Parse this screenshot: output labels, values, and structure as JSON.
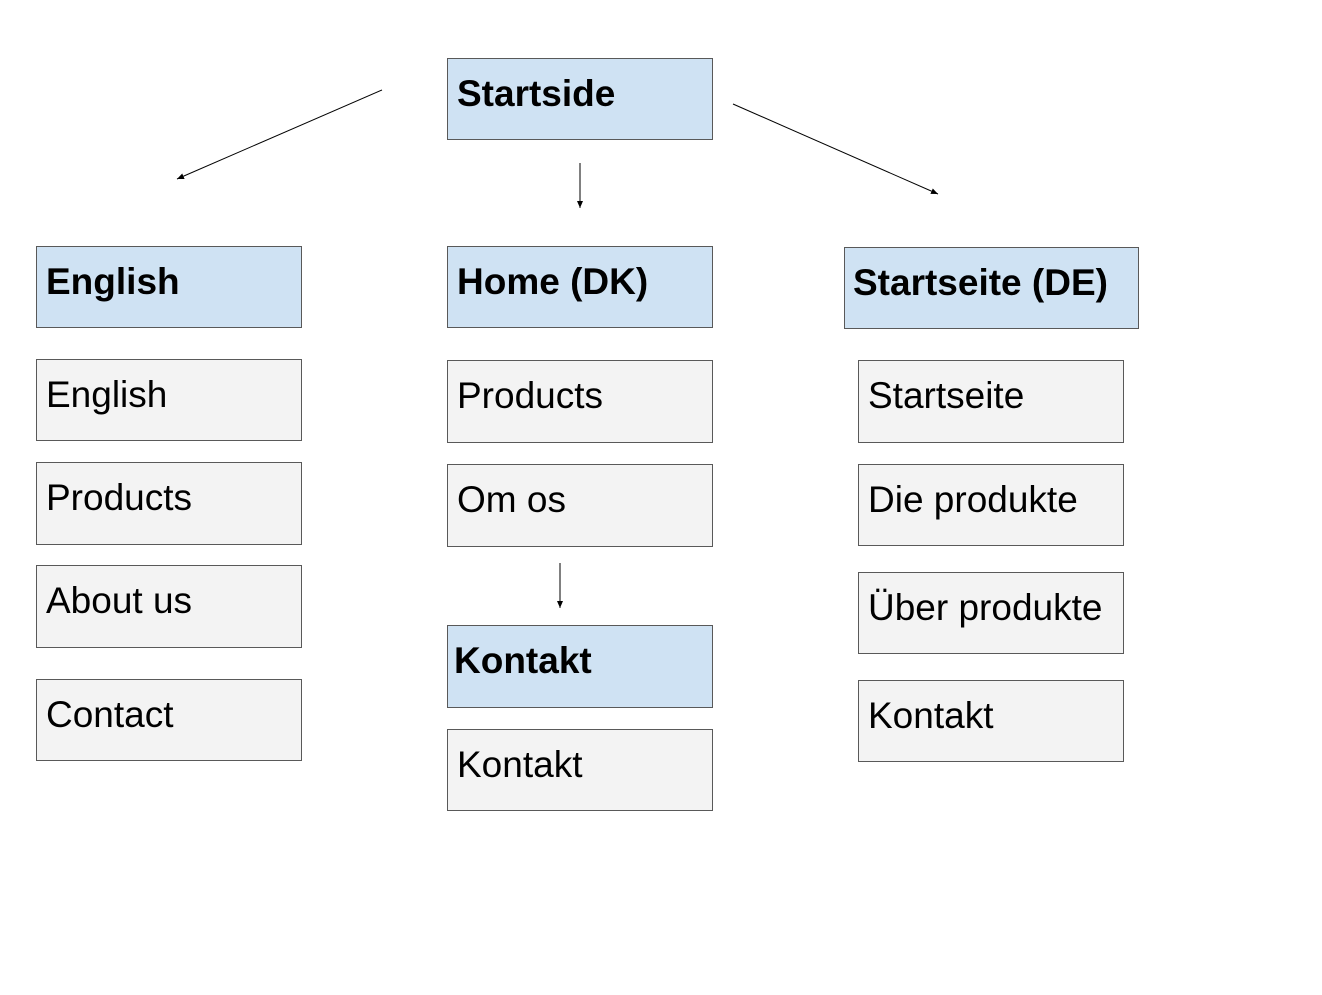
{
  "root": {
    "label": "Startside"
  },
  "columns": [
    {
      "header": "English",
      "items": [
        "English",
        "Products",
        "About us",
        "Contact"
      ]
    },
    {
      "header": "Home (DK)",
      "items": [
        "Products",
        "Om os"
      ],
      "sub_header": "Kontakt",
      "sub_items": [
        "Kontakt"
      ]
    },
    {
      "header": "Startseite (DE)",
      "items": [
        "Startseite",
        "Die produkte",
        "Über produkte",
        "Kontakt"
      ]
    }
  ],
  "colors": {
    "header_fill": "#cfe2f3",
    "item_fill": "#f3f3f3",
    "border": "#595959",
    "arrow": "#000000"
  }
}
